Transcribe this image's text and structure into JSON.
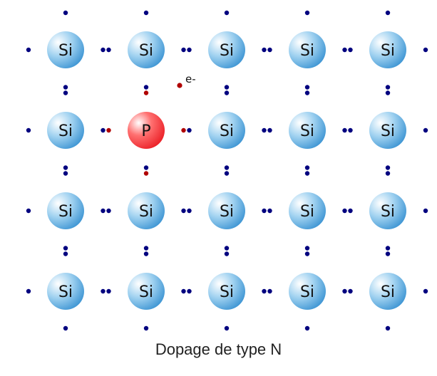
{
  "diagram": {
    "caption": "Dopage de type N",
    "free_electron_label": "e-",
    "rows": [
      [
        "Si",
        "Si",
        "Si",
        "Si",
        "Si"
      ],
      [
        "Si",
        "P",
        "Si",
        "Si",
        "Si"
      ],
      [
        "Si",
        "Si",
        "Si",
        "Si",
        "Si"
      ],
      [
        "Si",
        "Si",
        "Si",
        "Si",
        "Si"
      ]
    ],
    "dopant": "P",
    "colors": {
      "silicon": "#3a9ad6",
      "dopant": "#e8212a",
      "electron": "#00007f",
      "dopant_electron": "#b00000"
    }
  }
}
